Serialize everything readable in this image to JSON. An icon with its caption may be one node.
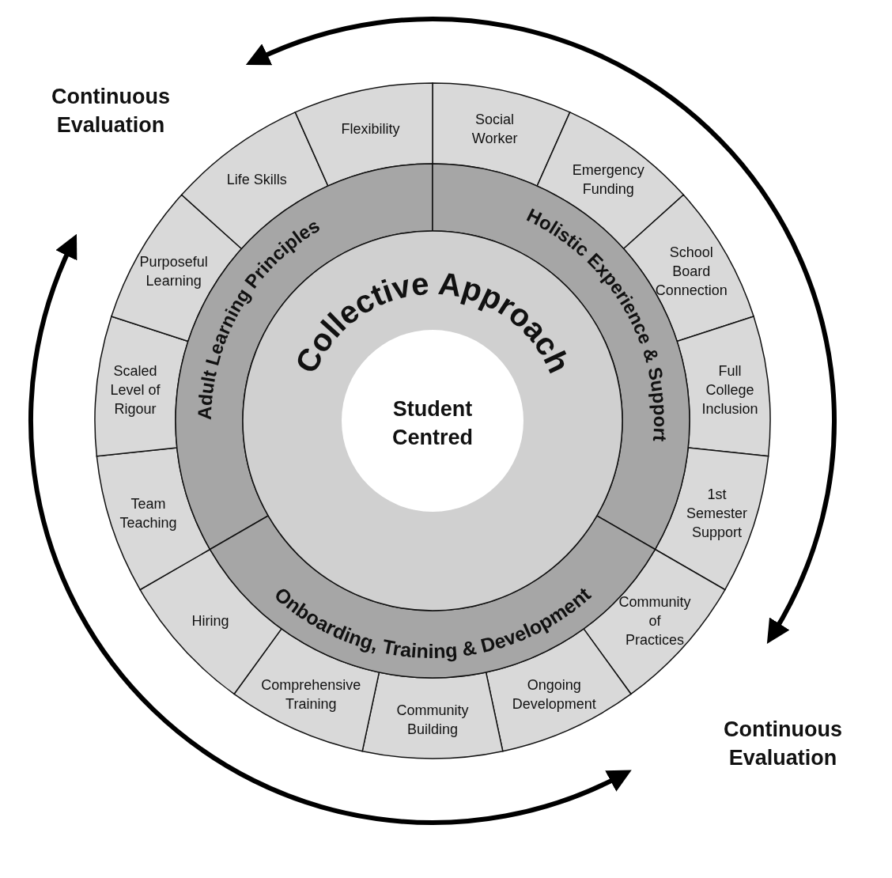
{
  "diagram": {
    "nodes": [
      {
        "text": [
          "Collective Approach"
        ]
      },
      {
        "text": [
          "Student Centred"
        ],
        "in": 0
      },
      {
        "text": [
          "Adult Learning Principles"
        ]
      },
      {
        "text": [
          "Holistic Experience & Support"
        ]
      },
      {
        "text": [
          "Onboarding, Training & Development"
        ]
      },
      {
        "text": [
          "Social Worker"
        ]
      },
      {
        "text": [
          "Emergency Funding"
        ]
      },
      {
        "text": [
          "School Board Connection"
        ]
      },
      {
        "text": [
          "Full College Inclusion"
        ]
      },
      {
        "text": [
          "1st Semester Support"
        ]
      },
      {
        "text": [
          "Community of Practices"
        ]
      },
      {
        "text": [
          "Ongoing Development"
        ]
      },
      {
        "text": [
          "Community Building"
        ]
      },
      {
        "text": [
          "Comprehensive Training"
        ]
      },
      {
        "text": [
          "Hiring"
        ]
      },
      {
        "text": [
          "Team Teaching"
        ]
      },
      {
        "text": [
          "Scaled Level of Rigour"
        ]
      },
      {
        "text": [
          "Purposeful Learning"
        ]
      },
      {
        "text": [
          "Life Skills"
        ]
      },
      {
        "text": [
          "Flexibility"
        ]
      }
    ],
    "labels": [
      "Continuous Evaluation",
      "Continuous Evaluation"
    ]
  }
}
